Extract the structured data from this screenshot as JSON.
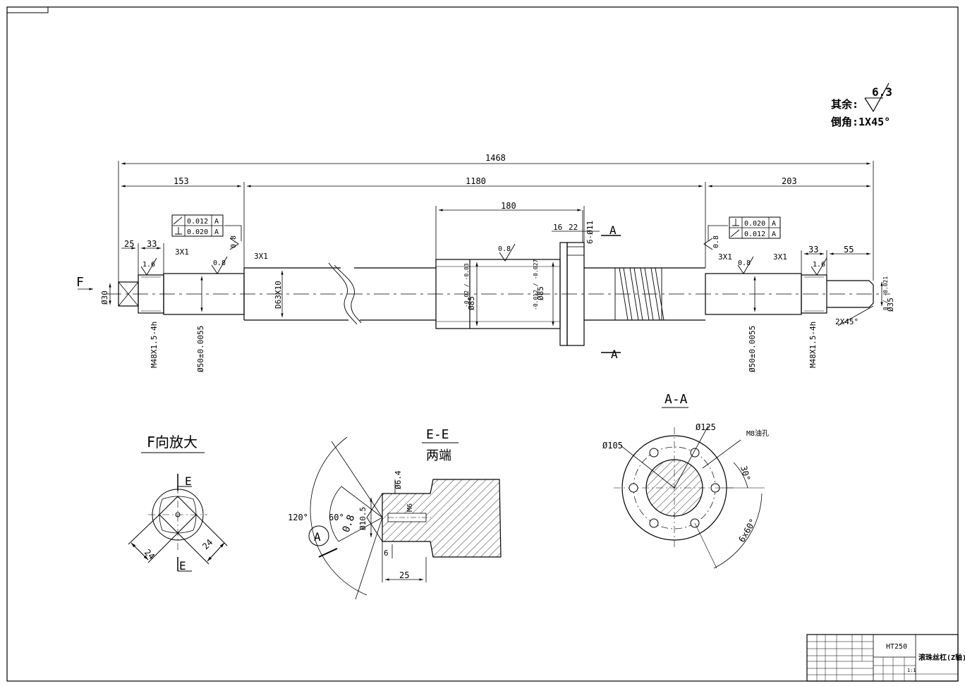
{
  "notes": {
    "rest_label": "其余:",
    "rest_roughness": "6.3",
    "chamfer": "倒角:1X45°"
  },
  "dims": {
    "overall": "1468",
    "left_seg": "153",
    "middle_seg": "1180",
    "right_seg": "203",
    "nut_len": "180",
    "d25": "25",
    "d33_left": "33",
    "chamfer_3x1_a": "3X1",
    "chamfer_3x1_b": "3X1",
    "chamfer_3x1_c": "3X1",
    "chamfer_3x1_d": "3X1",
    "d33_right": "33",
    "d55": "55",
    "d16": "16",
    "d22": "22",
    "holes_6x11": "6-Ø11",
    "dia30": "Ø30",
    "thread_left": "M48X1.5-4h",
    "dia50_left": "Ø50±0.0055",
    "d63x10": "D63X10",
    "dia85_a_main": "Ø85",
    "dia85_a_tol": "-0.02 / -0.03",
    "dia85_b_main": "Ø85",
    "dia85_b_tol": "-0.012 / -0.027",
    "dia50_right": "Ø50±0.0055",
    "thread_right": "M48X1.5-4h",
    "dia35_main": "Ø35",
    "dia35_tol": "0 / -0.021",
    "chamfer_2x45": "2X45°"
  },
  "roughness": {
    "r16_left": "1.6",
    "r08_left": "0.8",
    "r08_ref_left": "0.8",
    "r08_nut": "0.8",
    "r08_ref_right": "0.8",
    "r08_right": "0.8",
    "r16_right": "1.6"
  },
  "tolerance": {
    "left_row1_value": "0.012",
    "left_row1_datum": "A",
    "left_row2_value": "0.020",
    "left_row2_datum": "A",
    "right_row1_value": "0.020",
    "right_row1_datum": "A",
    "right_row2_value": "0.012",
    "right_row2_datum": "A"
  },
  "sections": {
    "section_mark_top": "A",
    "section_mark_bottom": "A",
    "view_F_arrow": "F",
    "f_view_title": "F向放大",
    "e_mark_top": "E",
    "e_mark_bottom": "E",
    "f_dim_24_left": "24",
    "f_dim_24_right": "24",
    "ee_title": "E-E",
    "ee_subtitle": "两端",
    "ee_angle_120": "120°",
    "ee_angle_60": "60°",
    "ee_rough": "0.8",
    "ee_dia64": "Ø6.4",
    "ee_dia105": "Ø10.5",
    "ee_m6": "M6",
    "ee_dim6": "6",
    "ee_dim25": "25",
    "ee_circle_A": "A",
    "aa_title": "A-A",
    "aa_dia125": "Ø125",
    "aa_dia105": "Ø105",
    "aa_m8": "M8油孔",
    "aa_angle30": "30°",
    "aa_6x60": "6x60°"
  },
  "title_block": {
    "material": "HT250",
    "part_name": "滚珠丝杠(Z轴)",
    "scale": "1:1"
  }
}
